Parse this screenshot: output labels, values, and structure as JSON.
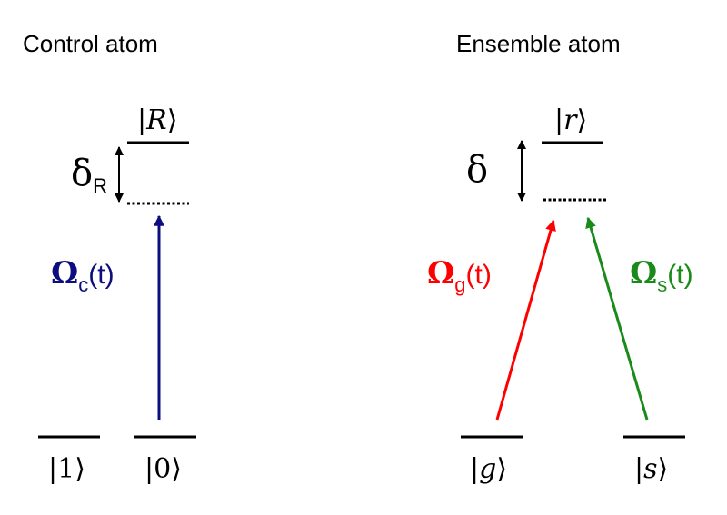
{
  "titles": {
    "control": "Control atom",
    "ensemble": "Ensemble atom"
  },
  "control_atom": {
    "state_upper": "R",
    "state_left": "1",
    "state_right": "0",
    "detuning_symbol": "δ",
    "detuning_subscript": "R",
    "coupling_symbol": "Ω",
    "coupling_subscript": "c",
    "coupling_argument": "(t)",
    "coupling_color": "#0d0d80"
  },
  "ensemble_atom": {
    "state_upper": "r",
    "state_left": "g",
    "state_right": "s",
    "detuning_symbol": "δ",
    "coupling_g_symbol": "Ω",
    "coupling_g_subscript": "g",
    "coupling_g_argument": "(t)",
    "coupling_g_color": "#ff0000",
    "coupling_s_symbol": "Ω",
    "coupling_s_subscript": "s",
    "coupling_s_argument": "(t)",
    "coupling_s_color": "#1a8a1a"
  },
  "ket_open": "|",
  "ket_close": "⟩"
}
